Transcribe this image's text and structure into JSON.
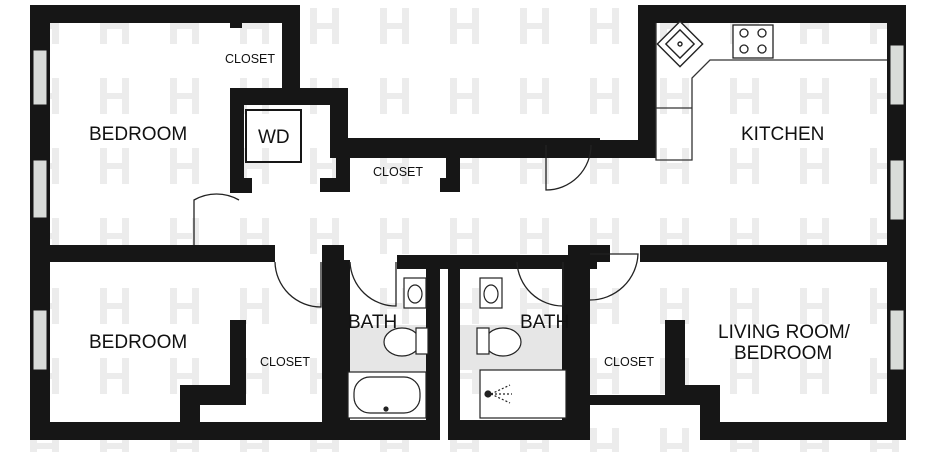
{
  "colors": {
    "wall": "#161616",
    "floor": "#ffffff",
    "watermark": "#ececec",
    "window_glass": "#d9dcd9",
    "tile": "#e3e3e3",
    "fixture_stroke": "#333333"
  },
  "rooms": {
    "bedroom_1": "BEDROOM",
    "closet_1": "CLOSET",
    "wd": "WD",
    "closet_hall": "CLOSET",
    "kitchen": "KITCHEN",
    "bedroom_2": "BEDROOM",
    "closet_2": "CLOSET",
    "bath_1": "BATH",
    "bath_2": "BATH",
    "closet_3": "CLOSET",
    "living_line1": "LIVING ROOM/",
    "living_line2": "BEDROOM"
  },
  "fixtures": {
    "sink_icon": "kitchen-sink-icon",
    "stove_icon": "stove-icon",
    "bathtub_icon": "bathtub-icon",
    "shower_icon": "shower-icon",
    "toilet_icon": "toilet-icon",
    "basin_icon": "bathroom-sink-icon"
  }
}
